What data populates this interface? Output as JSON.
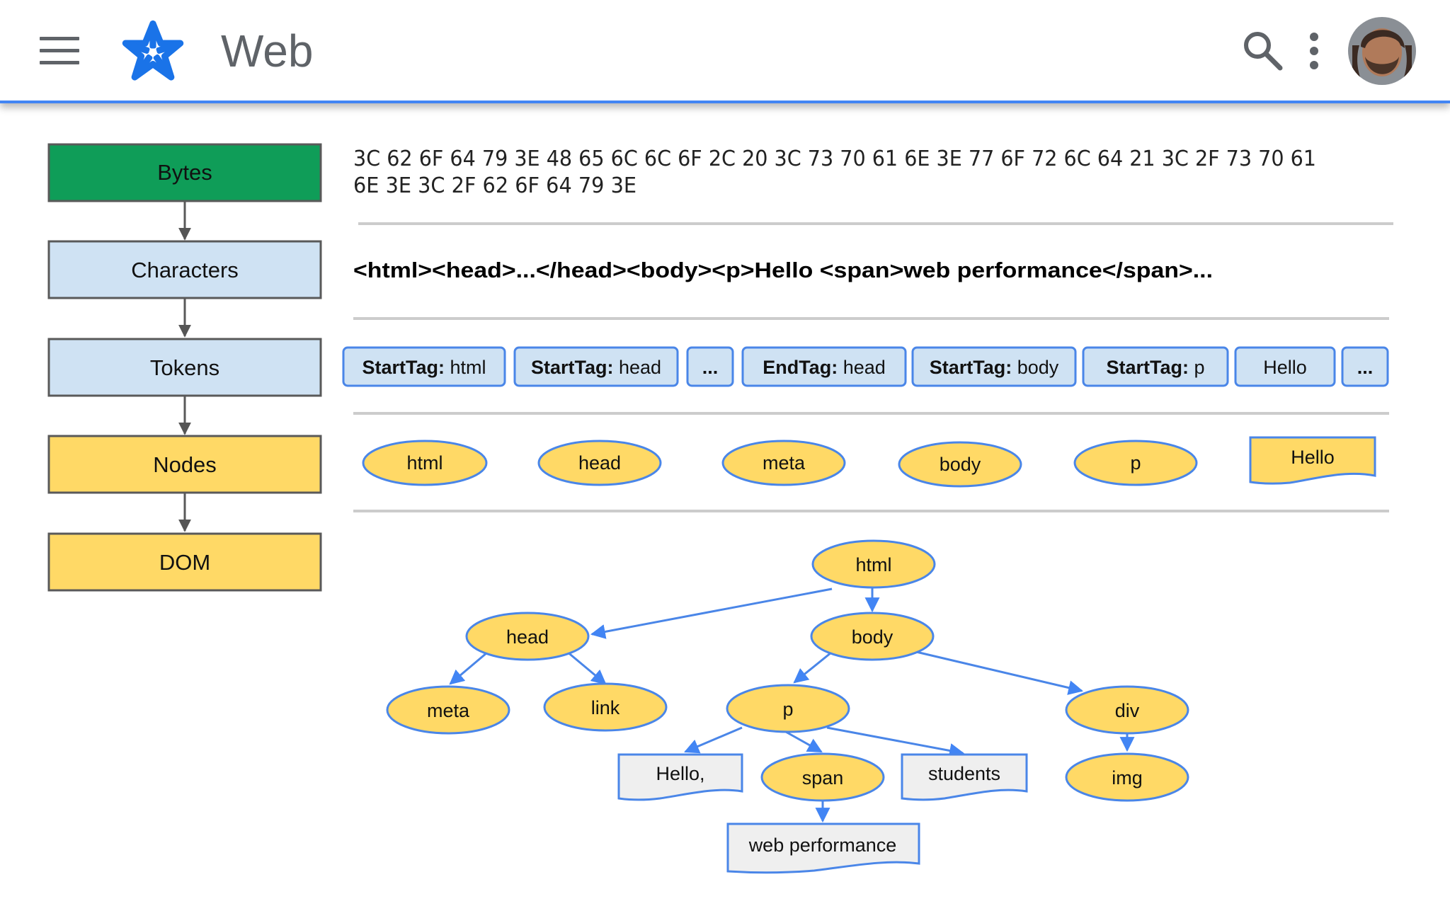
{
  "appbar": {
    "title": "Web",
    "icons": {
      "menu": "menu-icon",
      "logo": "web-logo-icon",
      "search": "search-icon",
      "more": "more-vert-icon",
      "avatar": "user-avatar"
    }
  },
  "colors": {
    "accent": "#4285f4",
    "bytes_green": "#0f9d58",
    "stage_blue": "#cfe2f3",
    "node_yellow": "#ffd966",
    "text_leaf_gray": "#efefef"
  },
  "pipeline": {
    "stages": [
      "Bytes",
      "Characters",
      "Tokens",
      "Nodes",
      "DOM"
    ]
  },
  "bytes": {
    "line1": "3C 62 6F 64 79 3E 48 65 6C 6C 6F 2C 20 3C 73 70 61 6E 3E 77 6F 72 6C 64 21 3C 2F 73 70 61",
    "line2": "6E 3E 3C 2F 62 6F 64 79 3E"
  },
  "characters": {
    "text": "<html><head>...</head><body><p>Hello <span>web performance</span>..."
  },
  "tokens": [
    {
      "kind": "StartTag:",
      "name": "html"
    },
    {
      "kind": "StartTag:",
      "name": "head"
    },
    {
      "kind": "...",
      "name": ""
    },
    {
      "kind": "EndTag:",
      "name": "head"
    },
    {
      "kind": "StartTag:",
      "name": "body"
    },
    {
      "kind": "StartTag:",
      "name": "p"
    },
    {
      "kind": "",
      "name": "Hello"
    },
    {
      "kind": "...",
      "name": ""
    }
  ],
  "nodes": [
    "html",
    "head",
    "meta",
    "body",
    "p",
    "Hello"
  ],
  "dom": {
    "html": "html",
    "head": "head",
    "body": "body",
    "meta": "meta",
    "link": "link",
    "p": "p",
    "div": "div",
    "hello": "Hello,",
    "span": "span",
    "students": "students",
    "img": "img",
    "web_performance": "web performance"
  }
}
